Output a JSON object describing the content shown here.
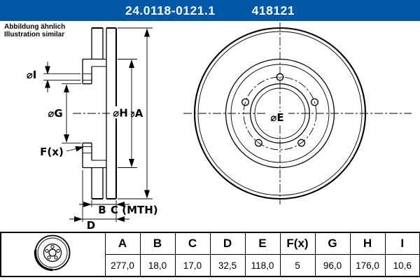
{
  "header": {
    "part_number": "24.0118-0121.1",
    "ref_number": "418121"
  },
  "note": {
    "line1": "Abbildung ähnlich",
    "line2": "Illustration similar"
  },
  "drawing": {
    "labels": {
      "dia_i": "⌀I",
      "dia_g": "⌀G",
      "dia_h": "⌀H",
      "dia_a": "⌀A",
      "f_x": "F(x)",
      "b": "B",
      "c_mth": "C (MTH)",
      "d": "D",
      "dia_e": "⌀E"
    }
  },
  "table": {
    "columns": [
      "A",
      "B",
      "C",
      "D",
      "E",
      "F(x)",
      "G",
      "H",
      "I"
    ],
    "values": [
      "277,0",
      "18,0",
      "17,0",
      "32,5",
      "118,0",
      "5",
      "96,0",
      "176,0",
      "10,6"
    ]
  },
  "colors": {
    "header_bg": "#0058a6",
    "line": "#000000"
  }
}
